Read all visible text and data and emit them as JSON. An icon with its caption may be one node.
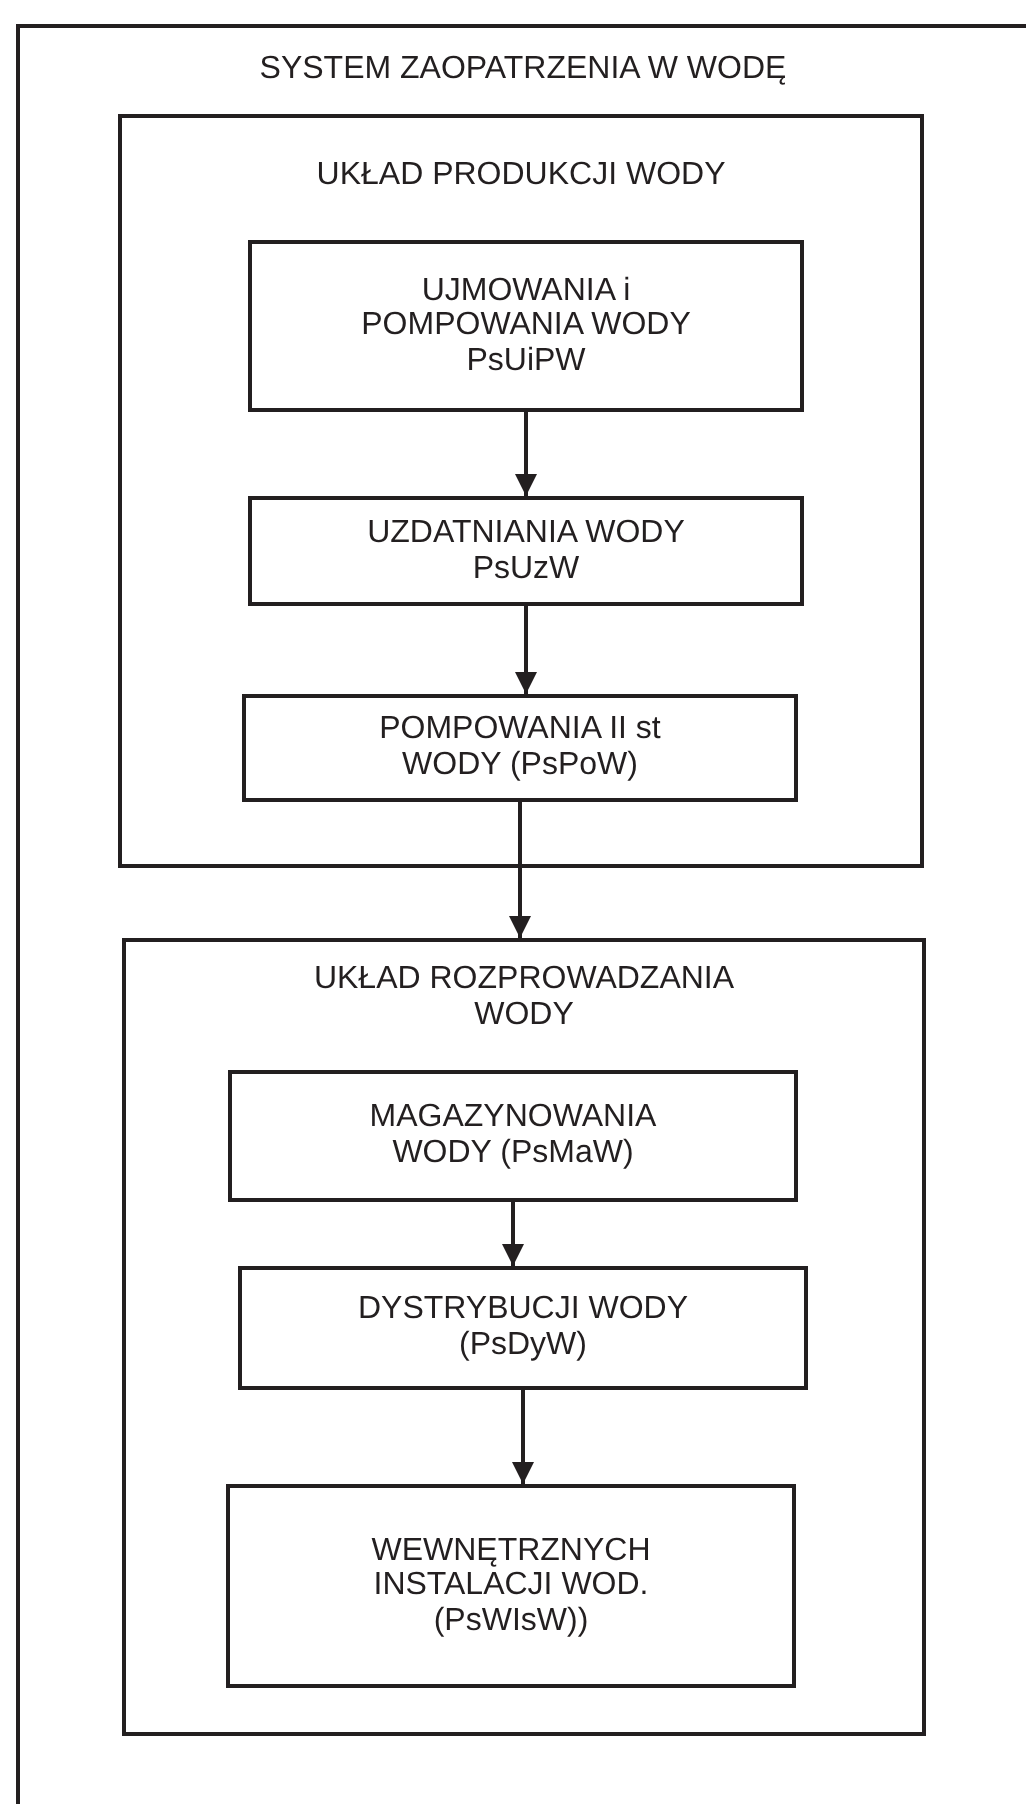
{
  "diagram": {
    "nodes": [
      {
        "text": [
          "SYSTEM ZAOPATRZENIA W WODĘ"
        ]
      },
      {
        "text": [
          "UKŁAD PRODUKCJI WODY"
        ],
        "in": 0
      },
      {
        "text": [
          "UJMOWANIA i POMPOWANIA WODY",
          "PsUiPW"
        ],
        "in": 1
      },
      {
        "text": [
          "UZDATNIANIA WODY",
          "PsUzW"
        ],
        "in": 1
      },
      {
        "text": [
          "POMPOWANIA II st WODY (PsPoW)"
        ],
        "in": 1
      },
      {
        "text": [
          "UKŁAD ROZPROWADZANIA WODY"
        ],
        "in": 0
      },
      {
        "text": [
          "MAGAZYNOWANIA WODY (PsMaW)"
        ],
        "in": 5
      },
      {
        "text": [
          "DYSTRYBUCJI WODY",
          "(PsDyW)"
        ],
        "in": 5
      },
      {
        "text": [
          "WEWNĘTRZNYCH INSTALACJI WOD.",
          "(PsWIsW))"
        ],
        "in": 5
      }
    ],
    "edges": [
      {
        "from": 2,
        "to": 3,
        "arrow": "to"
      },
      {
        "from": 3,
        "to": 4,
        "arrow": "to"
      },
      {
        "from": 4,
        "to": 5,
        "arrow": "to"
      },
      {
        "from": 6,
        "to": 7,
        "arrow": "to"
      },
      {
        "from": 7,
        "to": 8,
        "arrow": "to"
      }
    ]
  }
}
